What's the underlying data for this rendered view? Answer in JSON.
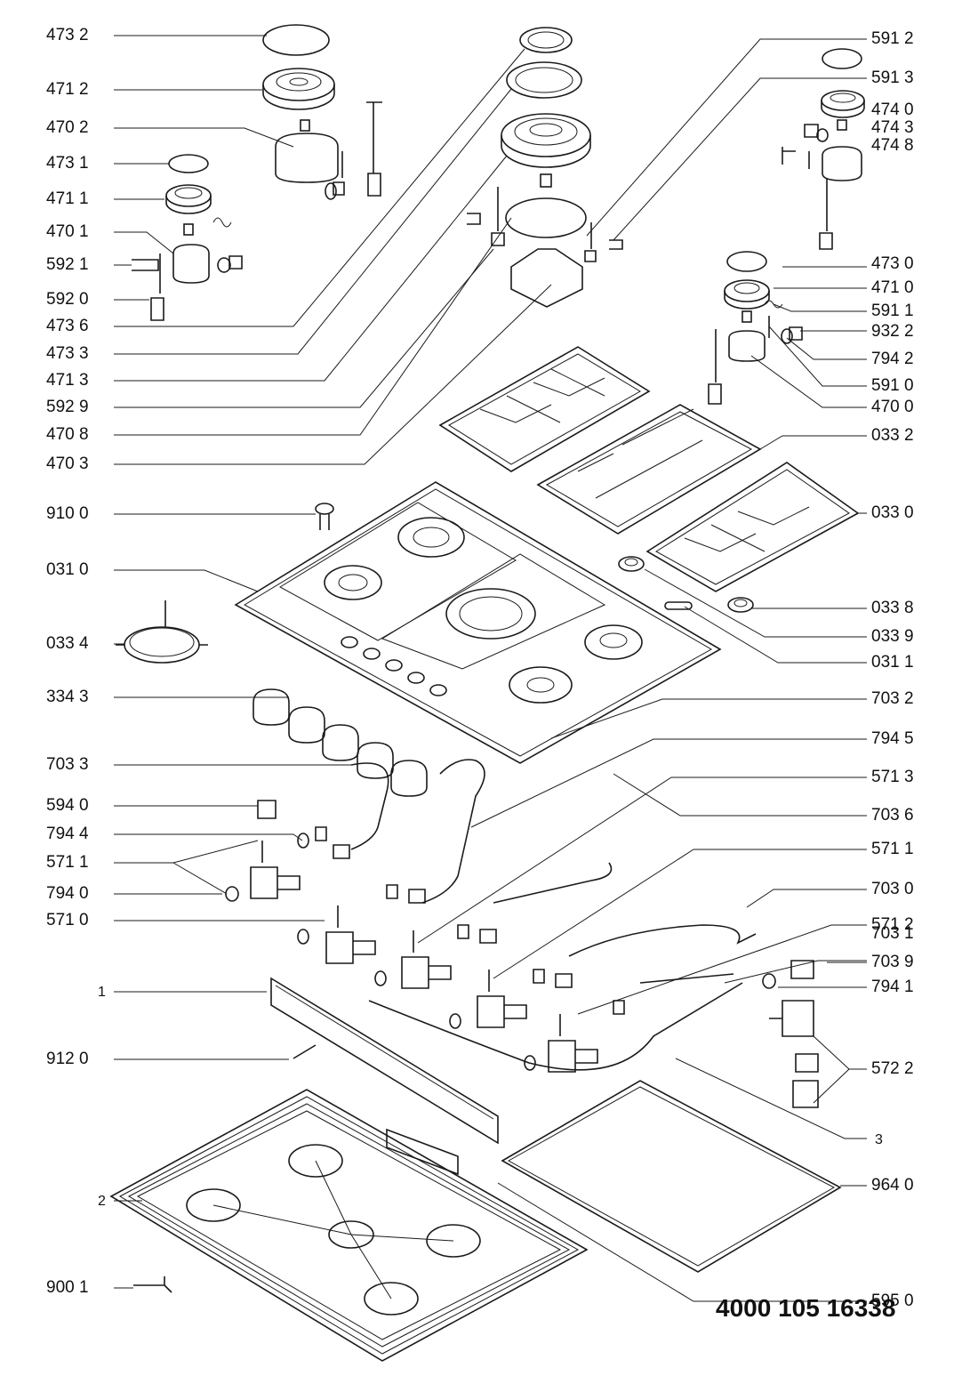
{
  "document_number": "4000 105 16338",
  "left_labels": [
    "473 2",
    "471 2",
    "470 2",
    "473 1",
    "471 1",
    "470 1",
    "592 1",
    "592 0",
    "473 6",
    "473 3",
    "471 3",
    "592 9",
    "470 8",
    "470 3",
    "910 0",
    "031 0",
    "033 4",
    "334 3",
    "703 3",
    "594 0",
    "794 4",
    "571 1",
    "794 0",
    "571 0",
    "1",
    "912 0",
    "2",
    "900 1"
  ],
  "right_labels": [
    "591 2",
    "591 3",
    "474 0",
    "474 3",
    "474 8",
    "473 0",
    "471 0",
    "591 1",
    "932 2",
    "794 2",
    "591 0",
    "470 0",
    "033 2",
    "033 0",
    "033 8",
    "033 9",
    "031 1",
    "703 2",
    "794 5",
    "571 3",
    "703 6",
    "571 1",
    "703 0",
    "571 2",
    "703 1",
    "703 9",
    "794 1",
    "572 2",
    "3",
    "964 0",
    "595 0"
  ]
}
